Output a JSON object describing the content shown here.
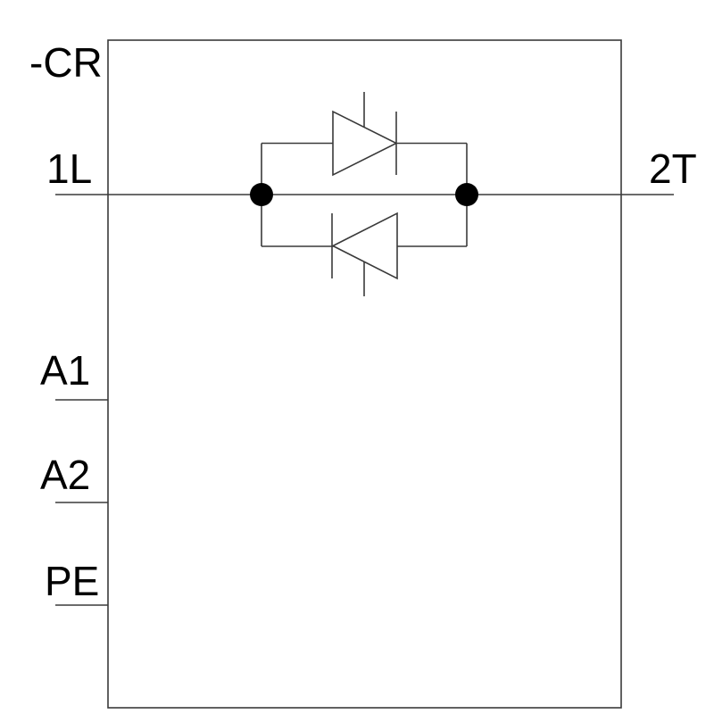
{
  "schematic": {
    "component_ref": "-CR",
    "terminals": [
      {
        "id": "1L",
        "side": "left",
        "role": "line-input"
      },
      {
        "id": "2T",
        "side": "right",
        "role": "load-output"
      },
      {
        "id": "A1",
        "side": "left",
        "role": "control"
      },
      {
        "id": "A2",
        "side": "left",
        "role": "control"
      },
      {
        "id": "PE",
        "side": "left",
        "role": "protective-earth"
      }
    ],
    "symbols": {
      "top_device": "thyristor-right",
      "bottom_device": "thyristor-left",
      "arrangement": "anti-parallel",
      "junction_dots": 2
    },
    "colors": {
      "background": "#ffffff",
      "line": "#3a3a3a",
      "text": "#000000",
      "junction_dot": "#000000"
    }
  }
}
